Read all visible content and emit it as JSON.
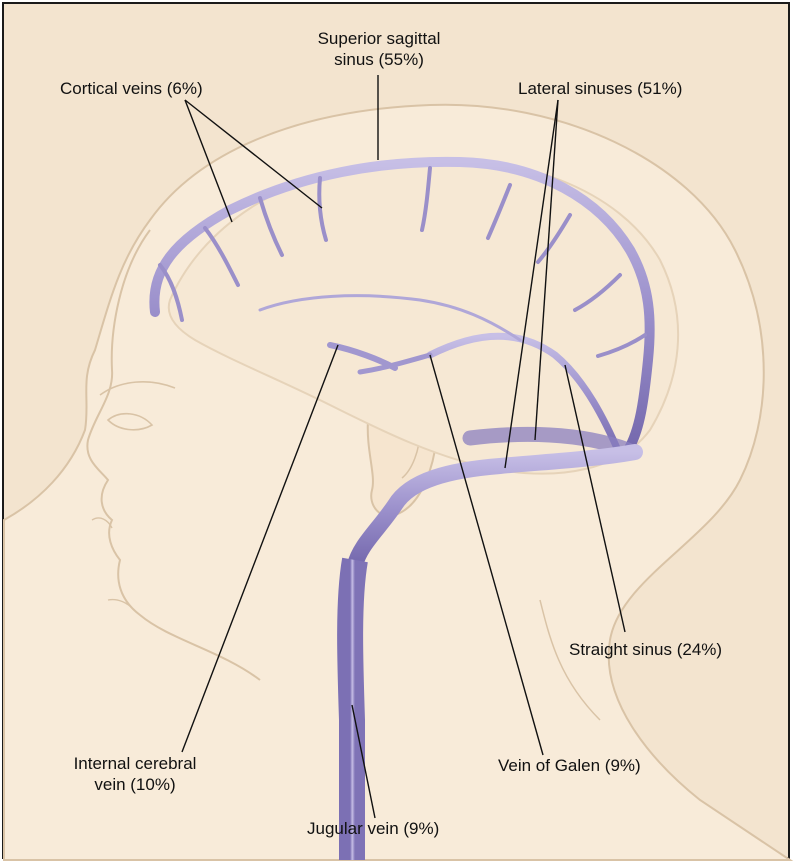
{
  "labels": {
    "superior_sagittal_sinus": [
      "Superior sagittal",
      "sinus (55%)"
    ],
    "cortical_veins": "Cortical veins (6%)",
    "lateral_sinuses": "Lateral sinuses (51%)",
    "straight_sinus": "Straight sinus (24%)",
    "vein_of_galen": "Vein of Galen (9%)",
    "internal_cerebral_vein": [
      "Internal cerebral",
      "vein (10%)"
    ],
    "jugular_vein": "Jugular vein (9%)"
  },
  "colors": {
    "background": "#f3e4cf",
    "head_fill": "#f8ebd9",
    "brain_fill": "#f6e8d4",
    "skin_line": "#d9c3a6",
    "vein": "#9a8fc9",
    "vein_highlight": "#c9c1e6",
    "vein_shadow": "#6e62a6",
    "leader_line": "#111111",
    "frame_border": "#1a1a1a"
  }
}
